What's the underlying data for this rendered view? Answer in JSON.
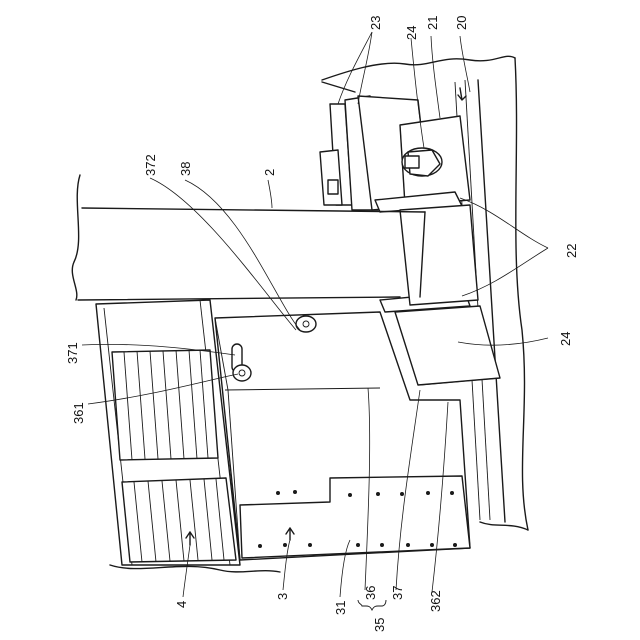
{
  "figure": {
    "labels": [
      {
        "id": "lbl-20",
        "text": "20"
      },
      {
        "id": "lbl-21",
        "text": "21"
      },
      {
        "id": "lbl-22",
        "text": "22"
      },
      {
        "id": "lbl-23",
        "text": "23"
      },
      {
        "id": "lbl-24a",
        "text": "24"
      },
      {
        "id": "lbl-24b",
        "text": "24"
      },
      {
        "id": "lbl-2",
        "text": "2"
      },
      {
        "id": "lbl-38",
        "text": "38"
      },
      {
        "id": "lbl-372",
        "text": "372"
      },
      {
        "id": "lbl-371",
        "text": "371"
      },
      {
        "id": "lbl-361",
        "text": "361"
      },
      {
        "id": "lbl-4",
        "text": "4"
      },
      {
        "id": "lbl-3",
        "text": "3"
      },
      {
        "id": "lbl-31",
        "text": "31"
      },
      {
        "id": "lbl-36",
        "text": "36"
      },
      {
        "id": "lbl-37",
        "text": "37"
      },
      {
        "id": "lbl-35",
        "text": "35"
      },
      {
        "id": "lbl-362",
        "text": "362"
      }
    ]
  }
}
